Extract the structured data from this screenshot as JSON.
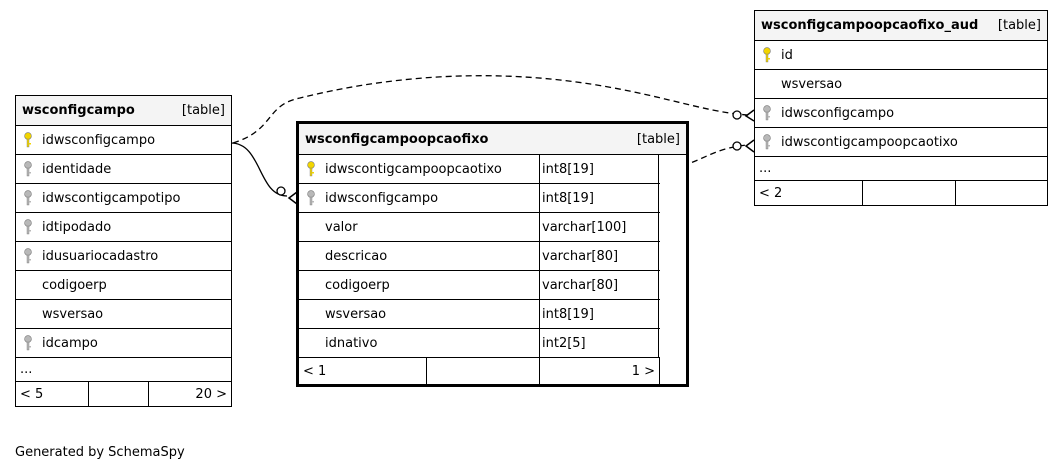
{
  "tables": {
    "left": {
      "name": "wsconfigcampo",
      "kind": "[table]",
      "columns": [
        {
          "name": "idwsconfigcampo",
          "key": "primary"
        },
        {
          "name": "identidade",
          "key": "foreign"
        },
        {
          "name": "idwscontigcampotipo",
          "key": "foreign"
        },
        {
          "name": "idtipodado",
          "key": "foreign"
        },
        {
          "name": "idusuariocadastro",
          "key": "foreign"
        },
        {
          "name": "codigoerp",
          "key": "none"
        },
        {
          "name": "wsversao",
          "key": "none"
        },
        {
          "name": "idcampo",
          "key": "foreign"
        }
      ],
      "more": "...",
      "footer": {
        "children": "< 5",
        "middle": "",
        "parents": "20 >"
      }
    },
    "center": {
      "name": "wsconfigcampoopcaofixo",
      "kind": "[table]",
      "columns": [
        {
          "name": "idwscontigcampoopcaotixo",
          "type": "int8[19]",
          "key": "primary"
        },
        {
          "name": "idwsconfigcampo",
          "type": "int8[19]",
          "key": "foreign"
        },
        {
          "name": "valor",
          "type": "varchar[100]",
          "key": "none"
        },
        {
          "name": "descricao",
          "type": "varchar[80]",
          "key": "none"
        },
        {
          "name": "codigoerp",
          "type": "varchar[80]",
          "key": "none"
        },
        {
          "name": "wsversao",
          "type": "int8[19]",
          "key": "none"
        },
        {
          "name": "idnativo",
          "type": "int2[5]",
          "key": "none"
        }
      ],
      "footer": {
        "children": "< 1",
        "middle": "",
        "parents": "1 >"
      }
    },
    "right": {
      "name": "wsconfigcampoopcaofixo_aud",
      "kind": "[table]",
      "columns": [
        {
          "name": "id",
          "key": "primary"
        },
        {
          "name": "wsversao",
          "key": "none"
        },
        {
          "name": "idwsconfigcampo",
          "key": "foreign"
        },
        {
          "name": "idwscontigcampoopcaotixo",
          "key": "foreign"
        }
      ],
      "more": "...",
      "footer": {
        "children": "< 2",
        "middle": "",
        "parents": ""
      }
    }
  },
  "colors": {
    "primary_key": "#f2d500",
    "foreign_key": "#b8b8b8"
  },
  "generated_by": "Generated by SchemaSpy"
}
